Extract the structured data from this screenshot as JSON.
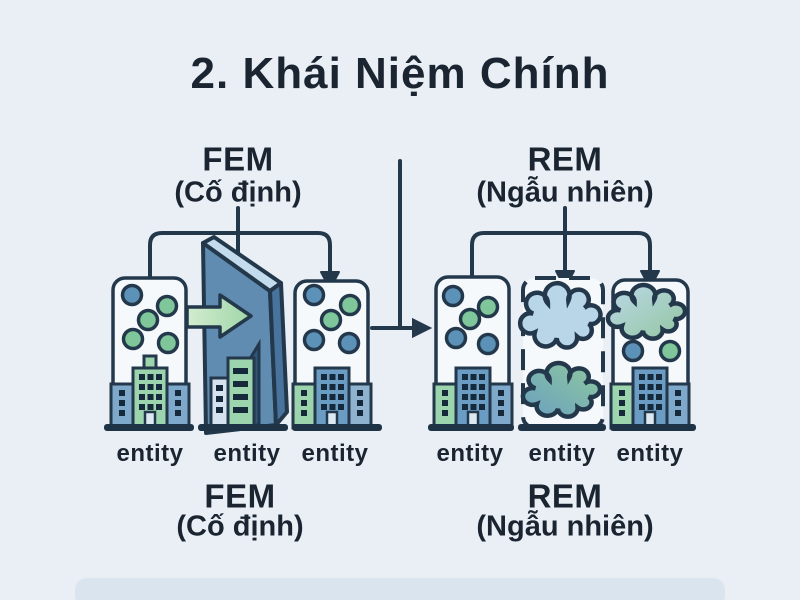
{
  "title": "2. Khái Niệm Chính",
  "fem": {
    "abbr": "FEM",
    "name": "(Cố định)"
  },
  "rem": {
    "abbr": "REM",
    "name": "(Ngẫu nhiên)"
  },
  "entities": [
    "entity",
    "entity",
    "entity",
    "entity",
    "entity",
    "entity"
  ],
  "icons": {
    "fem_panels": [
      "dots-building-icon",
      "wall-arrow-building-icon",
      "dots-building-icon"
    ],
    "rem_panels": [
      "dots-building-icon",
      "clouds-in-dashed-frame-icon",
      "cloud-dots-building-icon"
    ],
    "transition": "arrow-right-icon"
  },
  "colors": {
    "background": "#e9eff5",
    "ink": "#1b2531",
    "line": "#24384c",
    "panel_fill": "#f5f9fc",
    "dot_blue": "#5d92b8",
    "dot_green": "#7fc79a",
    "building_blue": "#6b9cc3",
    "building_green": "#9bd4ad",
    "wall_blue": "#5f8cb0",
    "cloud_blue": "#b9d5e8",
    "cloud_green": "#8fc89f",
    "arrow_green": "#a8dcae"
  }
}
